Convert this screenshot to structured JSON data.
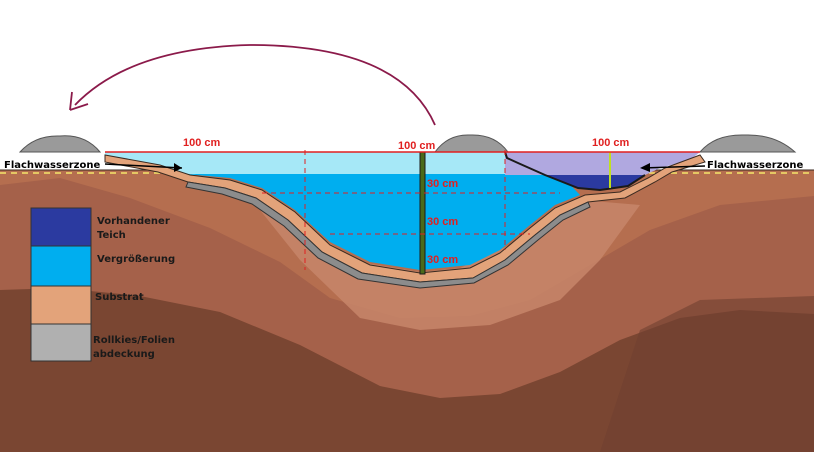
{
  "labels": {
    "left_zone": "Flachwasserzone",
    "right_zone": "Flachwasserzone"
  },
  "dimensions": {
    "width_left": "100 cm",
    "width_center": "100 cm",
    "width_right": "100 cm",
    "depth_1": "30 cm",
    "depth_2": "30 cm",
    "depth_3": "30 cm"
  },
  "legend": [
    {
      "color": "#2b3aa0",
      "line1": "Vorhandener",
      "line2": "Teich"
    },
    {
      "color": "#00aeef",
      "line1": "Vergrößerung",
      "line2": ""
    },
    {
      "color": "#e3a37a",
      "line1": "Substrat",
      "line2": ""
    },
    {
      "color": "#b0b0b0",
      "line1": "Rollkies/Folien",
      "line2": "abdeckung"
    }
  ],
  "colors": {
    "soil_dark": "#7a4a34",
    "soil_mid": "#a8664a",
    "soil_light": "#c8836a",
    "substrate": "#e3a37a",
    "gravel": "#8c8c8c",
    "existing_pond": "#2b3aa0",
    "enlargement": "#00aeef",
    "shallow_water": "#a6e8f7",
    "arrow": "#8b1a4a",
    "dimension": "#e02020"
  }
}
